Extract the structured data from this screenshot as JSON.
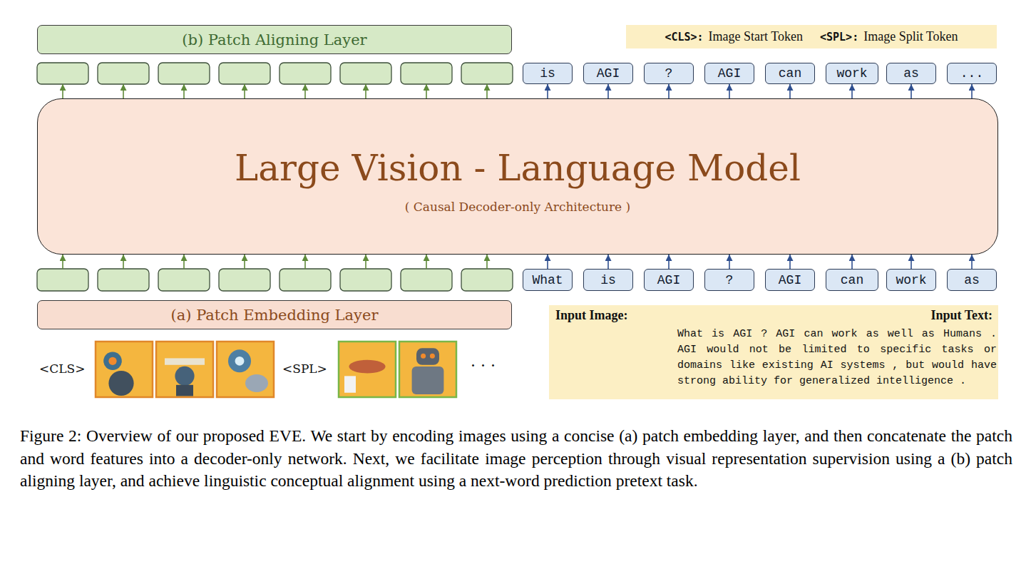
{
  "diagram": {
    "caption": "Figure 2: Overview of our proposed EVE. We start by encoding images using a concise (a) patch embedding layer, and then concatenate the patch and word features into a decoder-only network. Next, we facilitate image perception through visual representation supervision using a (b) patch aligning layer, and achieve linguistic conceptual alignment using a next-word prediction pretext task.",
    "nodes": [
      {
        "text": [
          "(b) Patch Aligning Layer"
        ]
      },
      {
        "text": [
          "<CLS>:",
          "Image Start Token",
          "<SPL>:",
          "Image Split Token"
        ]
      },
      {
        "text": [
          "is"
        ]
      },
      {
        "text": [
          "AGI"
        ]
      },
      {
        "text": [
          "?"
        ]
      },
      {
        "text": [
          "AGI"
        ]
      },
      {
        "text": [
          "can"
        ]
      },
      {
        "text": [
          "work"
        ]
      },
      {
        "text": [
          "as"
        ]
      },
      {
        "text": [
          "..."
        ]
      },
      {
        "text": [
          "Large Vision - Language Model",
          "( Causal Decoder-only Architecture )"
        ]
      },
      {
        "text": [
          "What"
        ]
      },
      {
        "text": [
          "is"
        ]
      },
      {
        "text": [
          "AGI"
        ]
      },
      {
        "text": [
          "?"
        ]
      },
      {
        "text": [
          "AGI"
        ]
      },
      {
        "text": [
          "can"
        ]
      },
      {
        "text": [
          "work"
        ]
      },
      {
        "text": [
          "as"
        ]
      },
      {
        "text": [
          "(a) Patch Embedding Layer"
        ]
      },
      {
        "text": [
          "Input Image:",
          "Input Text:",
          "What is AGI ? AGI can work as well as Humans . AGI would not be limited to specific tasks or domains like existing AI systems , but would have strong ability for generalized intelligence ."
        ]
      }
    ],
    "edges": [
      {
        "from": 11,
        "to": 10,
        "arrow": "to"
      },
      {
        "from": 12,
        "to": 10,
        "arrow": "to"
      },
      {
        "from": 13,
        "to": 10,
        "arrow": "to"
      },
      {
        "from": 14,
        "to": 10,
        "arrow": "to"
      },
      {
        "from": 15,
        "to": 10,
        "arrow": "to"
      },
      {
        "from": 16,
        "to": 10,
        "arrow": "to"
      },
      {
        "from": 17,
        "to": 10,
        "arrow": "to"
      },
      {
        "from": 18,
        "to": 10,
        "arrow": "to"
      },
      {
        "from": 10,
        "to": 2,
        "arrow": "to"
      },
      {
        "from": 10,
        "to": 3,
        "arrow": "to"
      },
      {
        "from": 10,
        "to": 4,
        "arrow": "to"
      },
      {
        "from": 10,
        "to": 5,
        "arrow": "to"
      },
      {
        "from": 10,
        "to": 6,
        "arrow": "to"
      },
      {
        "from": 10,
        "to": 7,
        "arrow": "to"
      },
      {
        "from": 10,
        "to": 8,
        "arrow": "to"
      },
      {
        "from": 10,
        "to": 9,
        "arrow": "to"
      }
    ],
    "labels": [
      "<CLS>",
      "<SPL>",
      "· · ·"
    ]
  }
}
